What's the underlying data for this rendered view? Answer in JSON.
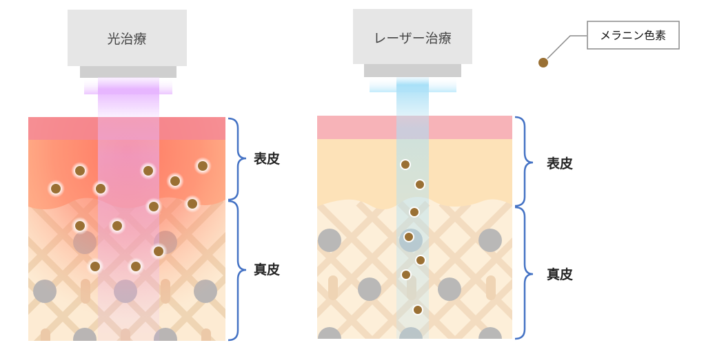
{
  "devices": {
    "light": "光治療",
    "laser": "レーザー治療"
  },
  "layers": {
    "epidermis": "表皮",
    "dermis": "真皮"
  },
  "legend": {
    "melanin": "メラニン色素"
  },
  "colors": {
    "melanin": "#9a7034",
    "brace": "#4472c4",
    "light_beam": "#e6b3ff",
    "laser_beam": "#a8e0f8",
    "device": "#e6e6e6"
  }
}
